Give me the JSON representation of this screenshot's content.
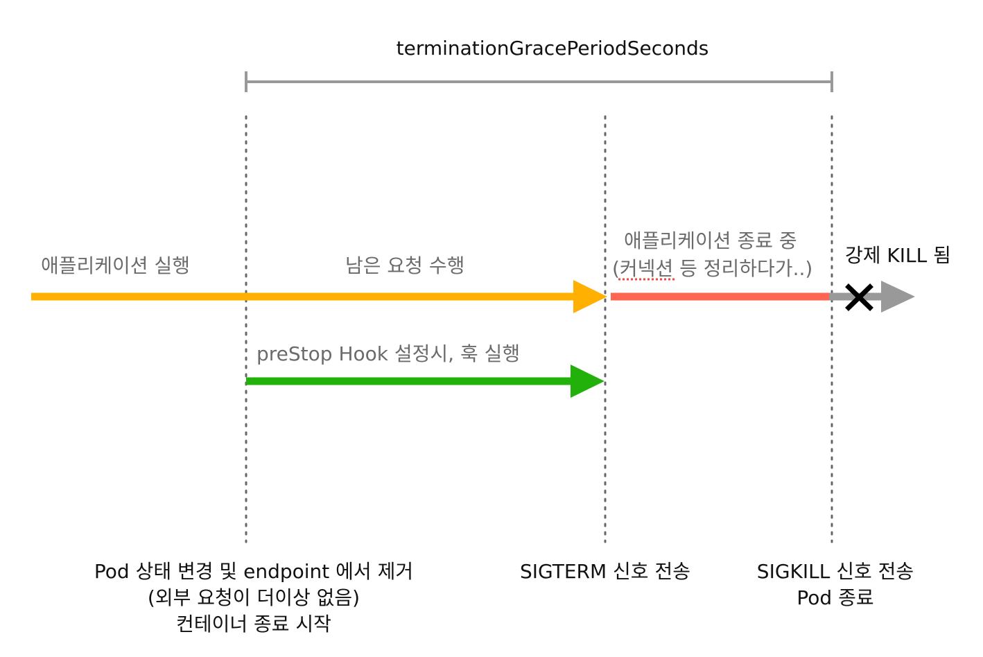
{
  "diagram": {
    "period_label": "terminationGracePeriodSeconds",
    "labels": {
      "app_running": "애플리케이션 실행",
      "remaining_requests": "남은 요청 수행",
      "app_terminating_line1": "애플리케이션 종료 중",
      "app_terminating_line2": "(커넥션 등 정리하다가..)",
      "forced_kill": "강제 KILL 됨",
      "prestop": "preStop Hook 설정시, 훅 실행"
    },
    "events": {
      "pod_change": {
        "line1": "Pod 상태 변경 및 endpoint 에서 제거",
        "line2": "(외부 요청이 더이상 없음)",
        "line3": "컨테이너 종료 시작"
      },
      "sigterm": {
        "line1": "SIGTERM 신호 전송"
      },
      "sigkill": {
        "line1": "SIGKILL 신호 전송",
        "line2": "Pod 종료"
      }
    },
    "colors": {
      "app_arrow": "#FFB000",
      "terminating_bar": "#FF6652",
      "killed_arrow": "#999999",
      "prestop_arrow": "#22B00A",
      "bracket": "#999999",
      "dotted_line": "#666666",
      "kill_mark": "#000000"
    },
    "icons": {
      "kill_mark": "x-mark-icon"
    }
  }
}
